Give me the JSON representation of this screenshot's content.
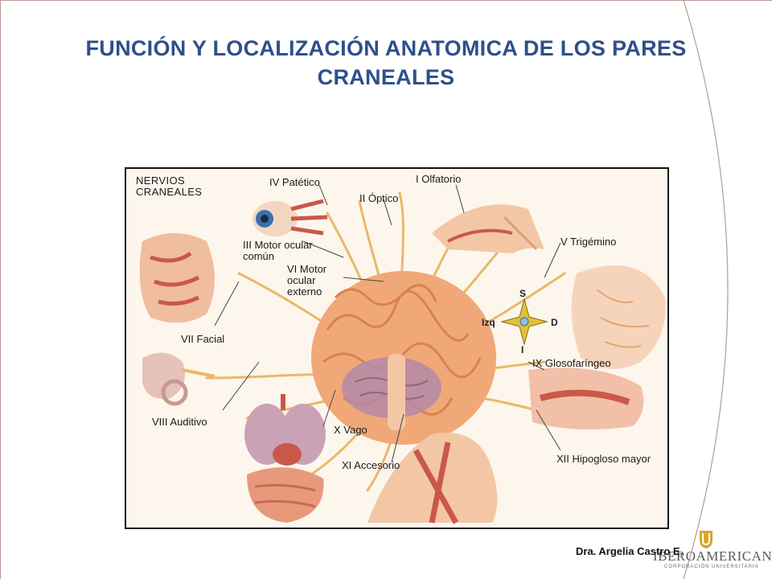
{
  "slide": {
    "title": "FUNCIÓN Y LOCALIZACIÓN ANATOMICA DE LOS PARES CRANEALES",
    "author": "Dra. Argelia Castro E.",
    "logo_text": "IBEROAMERICANA",
    "logo_subtext": "CORPORACIÓN UNIVERSITARIA"
  },
  "figure": {
    "heading": "NERVIOS CRANEALES",
    "labels": {
      "iv": "IV Patético",
      "i": "I Olfatorio",
      "ii": "II Óptico",
      "iii": "III Motor ocular común",
      "vi": "VI Motor ocular externo",
      "v": "V Trigémino",
      "vii": "VII Facial",
      "viii": "VIII Auditivo",
      "ix": "IX Glosofaríngeo",
      "x": "X Vago",
      "xi": "XI Accesorio",
      "xii": "XII Hipogloso mayor"
    },
    "compass": {
      "up": "S",
      "down": "I",
      "left": "Izq",
      "right": "D"
    }
  },
  "colors": {
    "title": "#2e4f8c",
    "nerve": "#e9b86a",
    "brain": "#f1a878",
    "brain_dark": "#d9824e",
    "cerebellum": "#b48aa6",
    "tissue": "#f3c7a6",
    "muscle": "#c9584a"
  }
}
